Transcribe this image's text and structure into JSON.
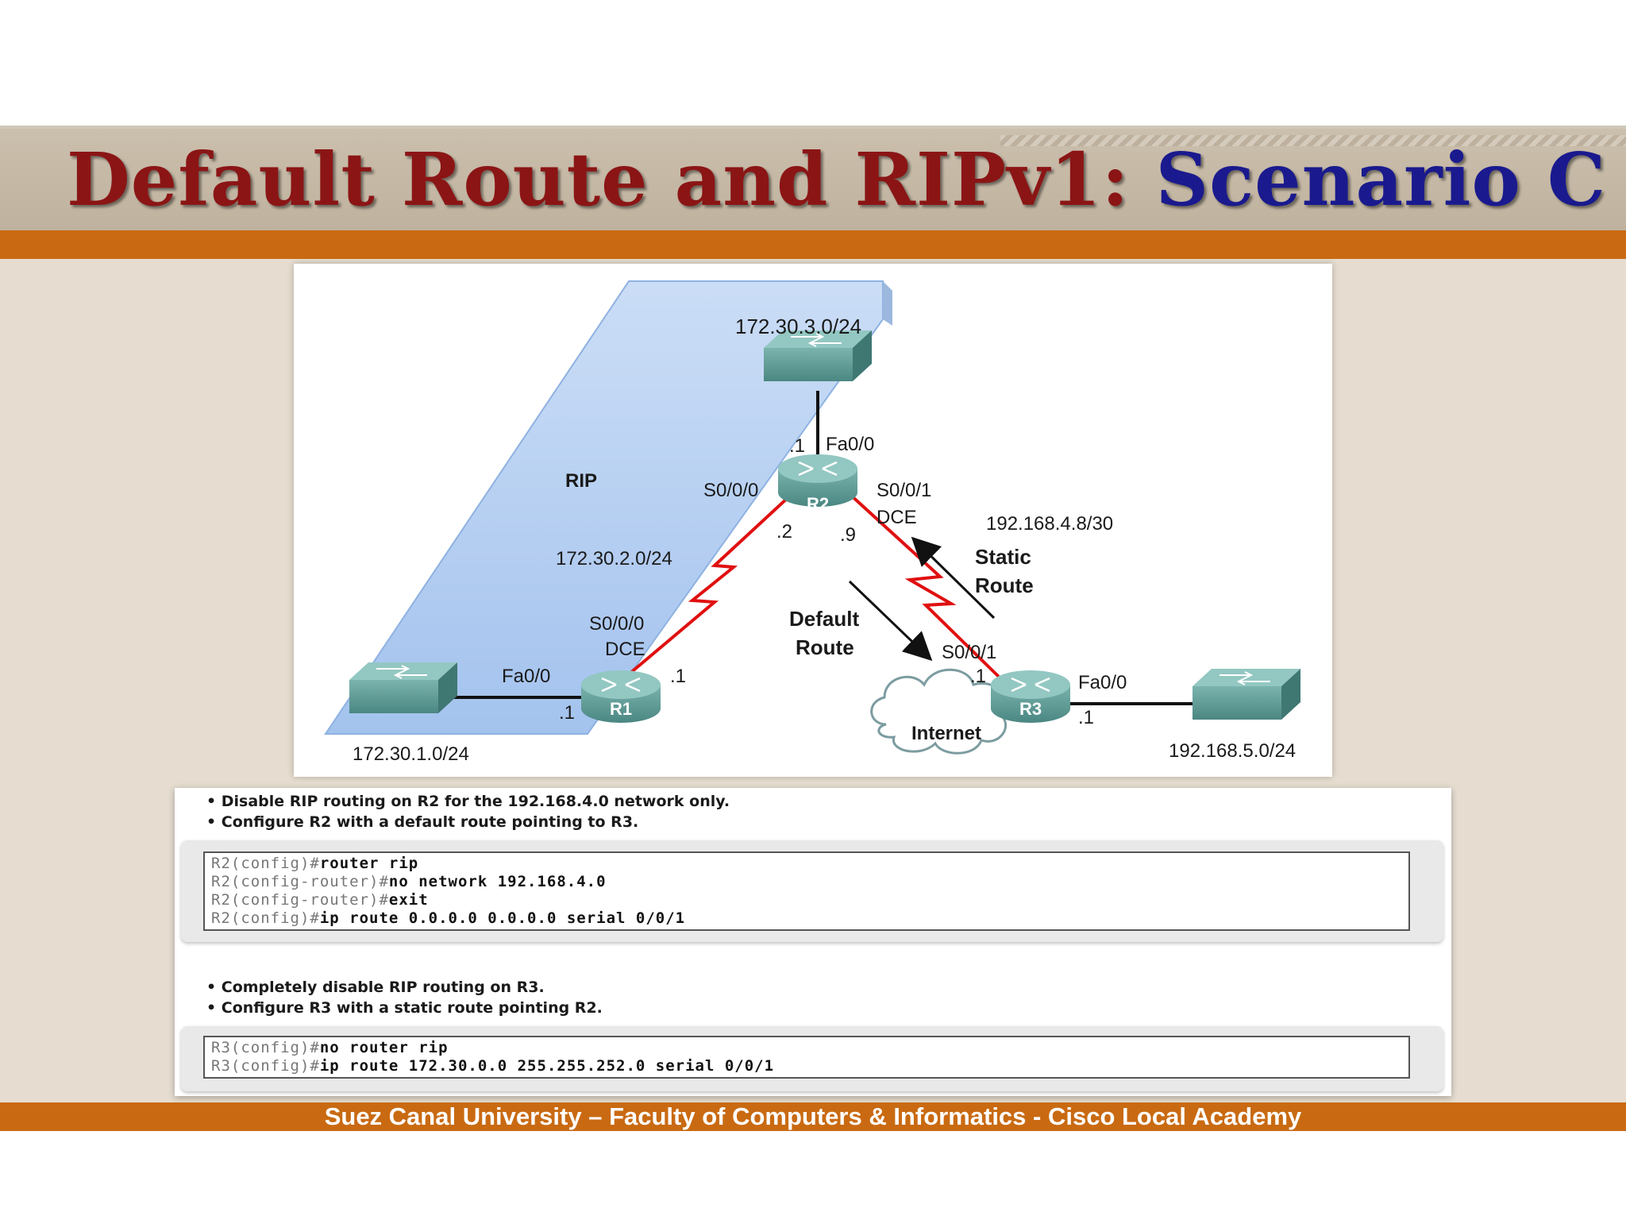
{
  "title": {
    "part1": "Default Route and RIPv1: ",
    "part2": "Scenario C"
  },
  "diagram": {
    "area_label": "RIP",
    "routers": [
      {
        "name": "R1"
      },
      {
        "name": "R2"
      },
      {
        "name": "R3"
      }
    ],
    "networks": {
      "n_172_30_3": "172.30.3.0/24",
      "n_172_30_2": "172.30.2.0/24",
      "n_172_30_1": "172.30.1.0/24",
      "n_192_168_4": "192.168.4.8/30",
      "n_192_168_5": "192.168.5.0/24"
    },
    "labels": {
      "r2_fa_host": ".1",
      "r2_fa": "Fa0/0",
      "r2_s000": "S0/0/0",
      "r2_s001": "S0/0/1",
      "r2_dce": "DCE",
      "r2_s000_host": ".2",
      "r2_s001_host": ".9",
      "r1_s000": "S0/0/0",
      "r1_dce": "DCE",
      "r1_fa": "Fa0/0",
      "r1_s_host": ".1",
      "r1_fa_host": ".1",
      "r3_s001": "S0/0/1",
      "r3_fa": "Fa0/0",
      "r3_s_host": ".1",
      "r3_fa_host": ".1",
      "static_route_1": "Static",
      "static_route_2": "Route",
      "default_route_1": "Default",
      "default_route_2": "Route",
      "internet": "Internet"
    },
    "colors": {
      "serial_link": "#e01010",
      "rip_area": "#a9c8f2",
      "device": "#5e9c98"
    }
  },
  "commands": {
    "section1": {
      "bullets": [
        "Disable RIP routing on R2 for the 192.168.4.0 network only.",
        "Configure R2 with a default route pointing to R3."
      ],
      "lines": [
        {
          "prompt": "R2(config)#",
          "cmd": "router rip"
        },
        {
          "prompt": "R2(config-router)#",
          "cmd": "no network 192.168.4.0"
        },
        {
          "prompt": "R2(config-router)#",
          "cmd": "exit"
        },
        {
          "prompt": "R2(config)#",
          "cmd": "ip route 0.0.0.0 0.0.0.0 serial 0/0/1"
        }
      ]
    },
    "section2": {
      "bullets": [
        "Completely disable RIP routing on R3.",
        "Configure R3 with a static route pointing R2."
      ],
      "lines": [
        {
          "prompt": "R3(config)#",
          "cmd": "no router rip"
        },
        {
          "prompt": "R3(config)#",
          "cmd": "ip route 172.30.0.0 255.255.252.0 serial 0/0/1"
        }
      ]
    }
  },
  "footer": "Suez Canal University – Faculty of Computers & Informatics - Cisco Local Academy"
}
